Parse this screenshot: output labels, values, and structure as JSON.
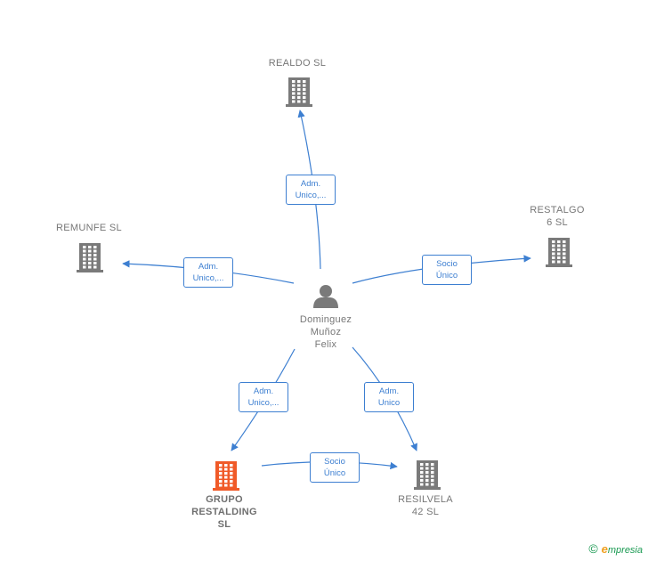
{
  "colors": {
    "edge": "#3d7fd1",
    "building": "#7a7a7a",
    "building_highlight": "#f05a28",
    "person": "#7a7a7a",
    "brand": "#1a9a52"
  },
  "nodes": [
    {
      "id": "person",
      "kind": "person",
      "label": "Dominguez\nMuñoz\nFelix"
    },
    {
      "id": "realdo",
      "kind": "building",
      "label": "REALDO  SL"
    },
    {
      "id": "restalgo",
      "kind": "building",
      "label": "RESTALGO\n6  SL"
    },
    {
      "id": "remunfe",
      "kind": "building",
      "label": "REMUNFE  SL"
    },
    {
      "id": "grupo",
      "kind": "building-highlight",
      "label": "GRUPO\nRESTALDING\nSL"
    },
    {
      "id": "resilvela",
      "kind": "building",
      "label": "RESILVELA\n42  SL"
    }
  ],
  "edges": [
    {
      "from": "person",
      "to": "realdo",
      "label": "Adm.\nUnico,..."
    },
    {
      "from": "person",
      "to": "restalgo",
      "label": "Socio\nÚnico"
    },
    {
      "from": "person",
      "to": "remunfe",
      "label": "Adm.\nUnico,..."
    },
    {
      "from": "person",
      "to": "grupo",
      "label": "Adm.\nUnico,..."
    },
    {
      "from": "person",
      "to": "resilvela",
      "label": "Adm.\nUnico"
    },
    {
      "from": "grupo",
      "to": "resilvela",
      "label": "Socio\nÚnico"
    }
  ],
  "brand": {
    "copyright": "©",
    "initial": "e",
    "name": "mpresia"
  }
}
